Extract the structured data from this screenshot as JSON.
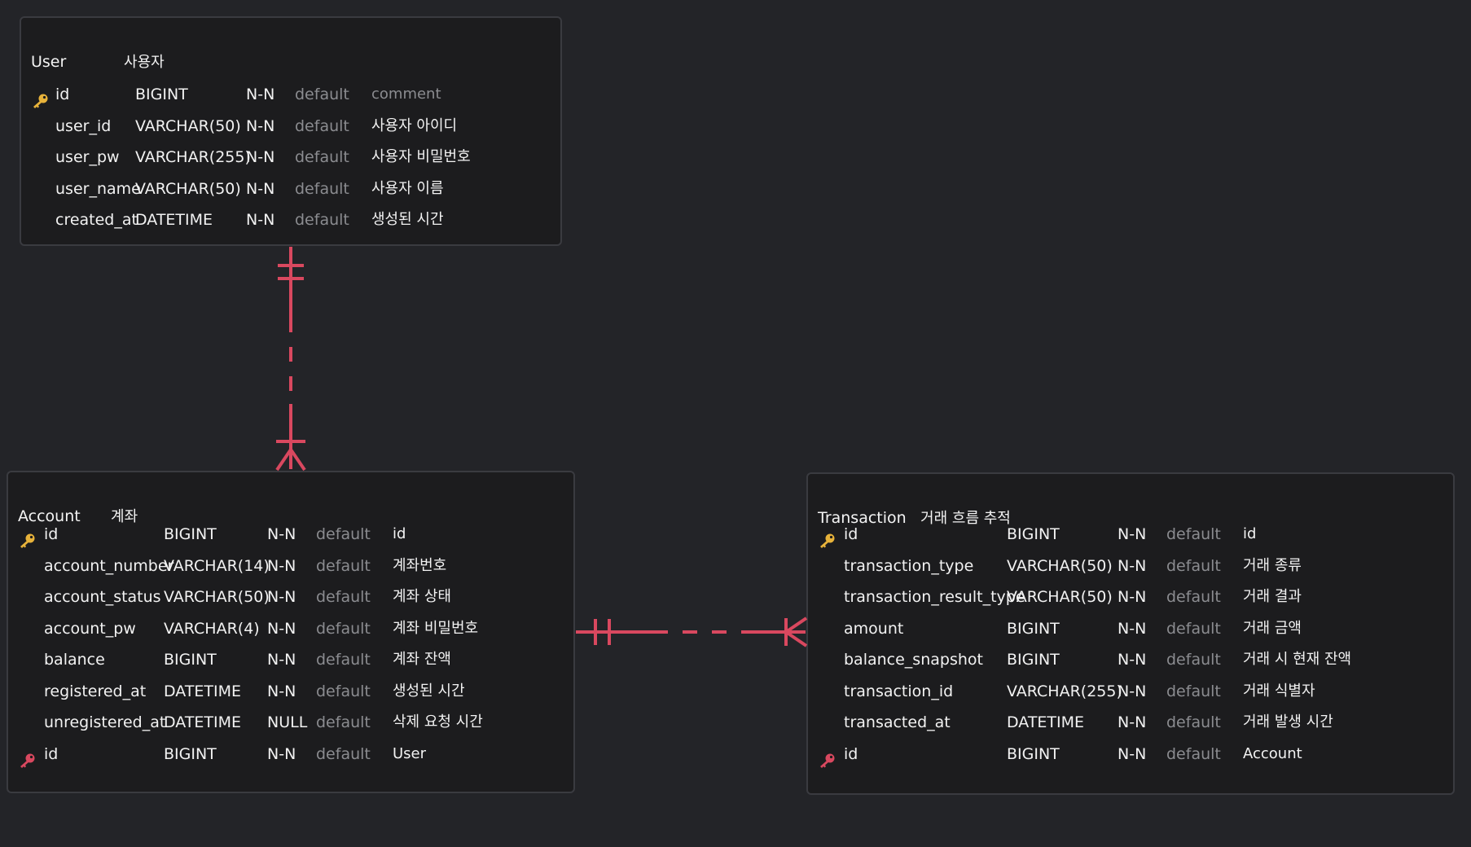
{
  "colors": {
    "background": "#232428",
    "table_background": "#1c1c1e",
    "table_border": "#3a3b40",
    "relation": "#d9485f",
    "primary_key": "#e7b23a",
    "foreign_key": "#d9485f",
    "muted_text": "#8b8c90"
  },
  "tables": {
    "user": {
      "name": "User",
      "comment": "사용자",
      "columns": [
        {
          "key": "primary-key-icon",
          "name": "id",
          "type": "BIGINT",
          "nullable": "N-N",
          "default": "default",
          "comment": "comment"
        },
        {
          "key": "",
          "name": "user_id",
          "type": "VARCHAR(50)",
          "nullable": "N-N",
          "default": "default",
          "comment": "사용자 아이디"
        },
        {
          "key": "",
          "name": "user_pw",
          "type": "VARCHAR(255)",
          "nullable": "N-N",
          "default": "default",
          "comment": "사용자 비밀번호"
        },
        {
          "key": "",
          "name": "user_name",
          "type": "VARCHAR(50)",
          "nullable": "N-N",
          "default": "default",
          "comment": "사용자 이름"
        },
        {
          "key": "",
          "name": "created_at",
          "type": "DATETIME",
          "nullable": "N-N",
          "default": "default",
          "comment": "생성된 시간"
        }
      ]
    },
    "account": {
      "name": "Account",
      "comment": "계좌",
      "columns": [
        {
          "key": "primary-key-icon",
          "name": "id",
          "type": "BIGINT",
          "nullable": "N-N",
          "default": "default",
          "comment": "id"
        },
        {
          "key": "",
          "name": "account_number",
          "type": "VARCHAR(14)",
          "nullable": "N-N",
          "default": "default",
          "comment": "계좌번호"
        },
        {
          "key": "",
          "name": "account_status",
          "type": "VARCHAR(50)",
          "nullable": "N-N",
          "default": "default",
          "comment": "계좌 상태"
        },
        {
          "key": "",
          "name": "account_pw",
          "type": "VARCHAR(4)",
          "nullable": "N-N",
          "default": "default",
          "comment": "계좌 비밀번호"
        },
        {
          "key": "",
          "name": "balance",
          "type": "BIGINT",
          "nullable": "N-N",
          "default": "default",
          "comment": "계좌 잔액"
        },
        {
          "key": "",
          "name": "registered_at",
          "type": "DATETIME",
          "nullable": "N-N",
          "default": "default",
          "comment": "생성된 시간"
        },
        {
          "key": "",
          "name": "unregistered_at",
          "type": "DATETIME",
          "nullable": "NULL",
          "default": "default",
          "comment": "삭제 요청 시간"
        },
        {
          "key": "foreign-key-icon",
          "name": "id",
          "type": "BIGINT",
          "nullable": "N-N",
          "default": "default",
          "comment": "User"
        }
      ]
    },
    "transaction": {
      "name": "Transaction",
      "comment": "거래 흐름 추적",
      "columns": [
        {
          "key": "primary-key-icon",
          "name": "id",
          "type": "BIGINT",
          "nullable": "N-N",
          "default": "default",
          "comment": "id"
        },
        {
          "key": "",
          "name": "transaction_type",
          "type": "VARCHAR(50)",
          "nullable": "N-N",
          "default": "default",
          "comment": "거래 종류"
        },
        {
          "key": "",
          "name": "transaction_result_type",
          "type": "VARCHAR(50)",
          "nullable": "N-N",
          "default": "default",
          "comment": "거래 결과"
        },
        {
          "key": "",
          "name": "amount",
          "type": "BIGINT",
          "nullable": "N-N",
          "default": "default",
          "comment": "거래 금액"
        },
        {
          "key": "",
          "name": "balance_snapshot",
          "type": "BIGINT",
          "nullable": "N-N",
          "default": "default",
          "comment": "거래 시 현재 잔액"
        },
        {
          "key": "",
          "name": "transaction_id",
          "type": "VARCHAR(255)",
          "nullable": "N-N",
          "default": "default",
          "comment": "거래 식별자"
        },
        {
          "key": "",
          "name": "transacted_at",
          "type": "DATETIME",
          "nullable": "N-N",
          "default": "default",
          "comment": "거래 발생 시간"
        },
        {
          "key": "foreign-key-icon",
          "name": "id",
          "type": "BIGINT",
          "nullable": "N-N",
          "default": "default",
          "comment": "Account"
        }
      ]
    }
  },
  "relations": [
    {
      "from": "User",
      "to": "Account",
      "from_cardinality": "one-and-only-one",
      "to_cardinality": "one-or-many",
      "line": "dashed"
    },
    {
      "from": "Account",
      "to": "Transaction",
      "from_cardinality": "one-and-only-one",
      "to_cardinality": "one-or-many",
      "line": "dashed"
    }
  ]
}
